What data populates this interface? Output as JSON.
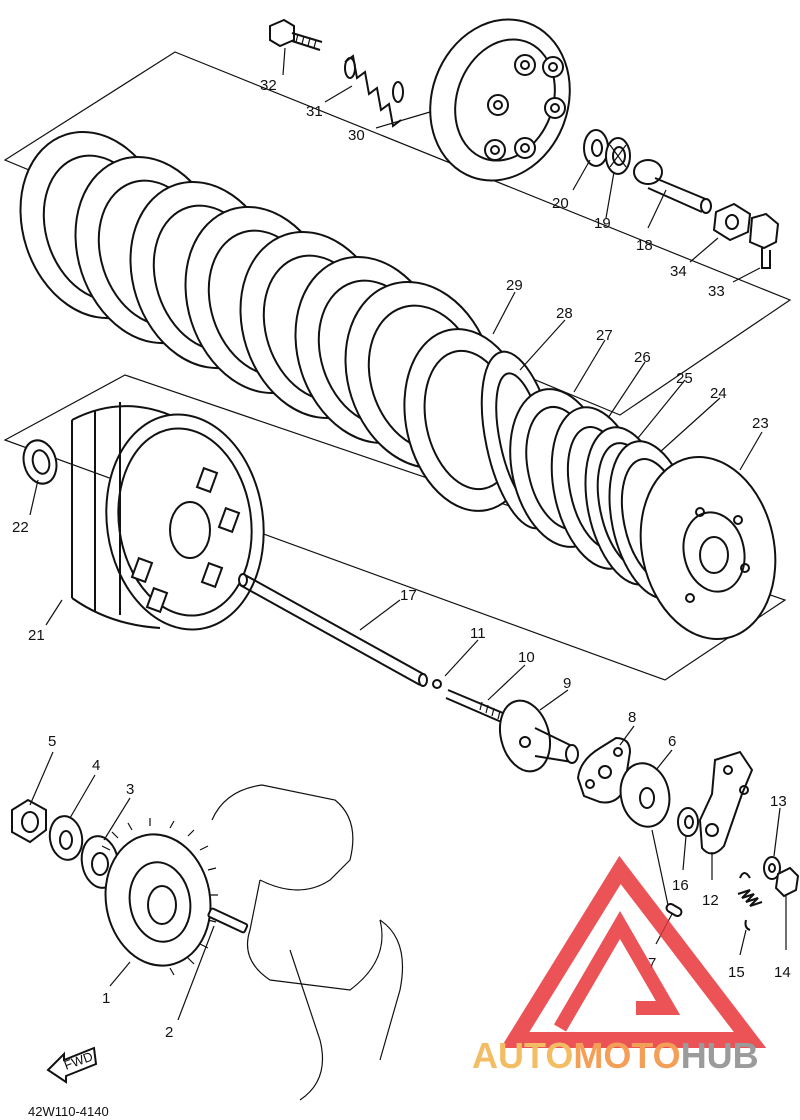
{
  "diagram": {
    "part_number_code": "42W110-4140",
    "direction_marker": "FWD",
    "callouts": [
      "1",
      "2",
      "3",
      "4",
      "5",
      "6",
      "7",
      "8",
      "9",
      "10",
      "11",
      "12",
      "13",
      "14",
      "15",
      "16",
      "17",
      "18",
      "19",
      "20",
      "21",
      "22",
      "23",
      "24",
      "25",
      "26",
      "27",
      "28",
      "29",
      "30",
      "31",
      "32",
      "33",
      "34"
    ]
  },
  "watermark": {
    "brand_left": "AUTO",
    "brand_mid": "MOTO",
    "brand_right": "HUB",
    "colors": {
      "logo": "#e8363a",
      "auto": "#f2b24a",
      "moto": "#f28f3a",
      "hub": "#8a8a8a"
    }
  }
}
